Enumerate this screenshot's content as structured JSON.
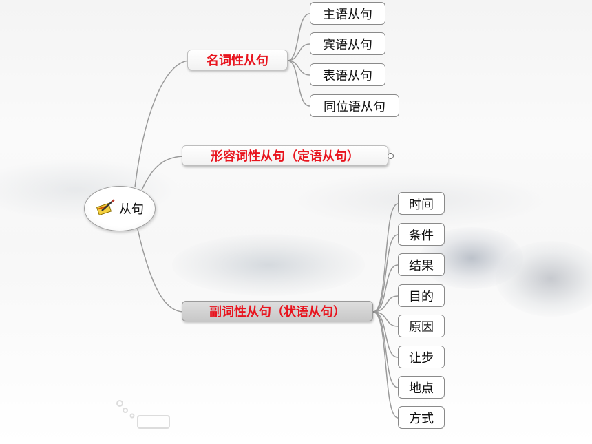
{
  "center": {
    "label": "从句",
    "icon": "notepad-pencil-icon"
  },
  "branches": [
    {
      "id": "noun",
      "label": "名词性从句",
      "children": [
        "主语从句",
        "宾语从句",
        "表语从句",
        "同位语从句"
      ]
    },
    {
      "id": "adjective",
      "label": "形容词性从句（定语从句）",
      "collapsed": true,
      "children": []
    },
    {
      "id": "adverbial",
      "label": "副词性从句（状语从句）",
      "selected": true,
      "children": [
        "时间",
        "条件",
        "结果",
        "目的",
        "原因",
        "让步",
        "地点",
        "方式"
      ]
    }
  ],
  "colors": {
    "branch_text": "#e8141e",
    "link": "#9a9a9a",
    "node_border": "#8a8a8a"
  }
}
